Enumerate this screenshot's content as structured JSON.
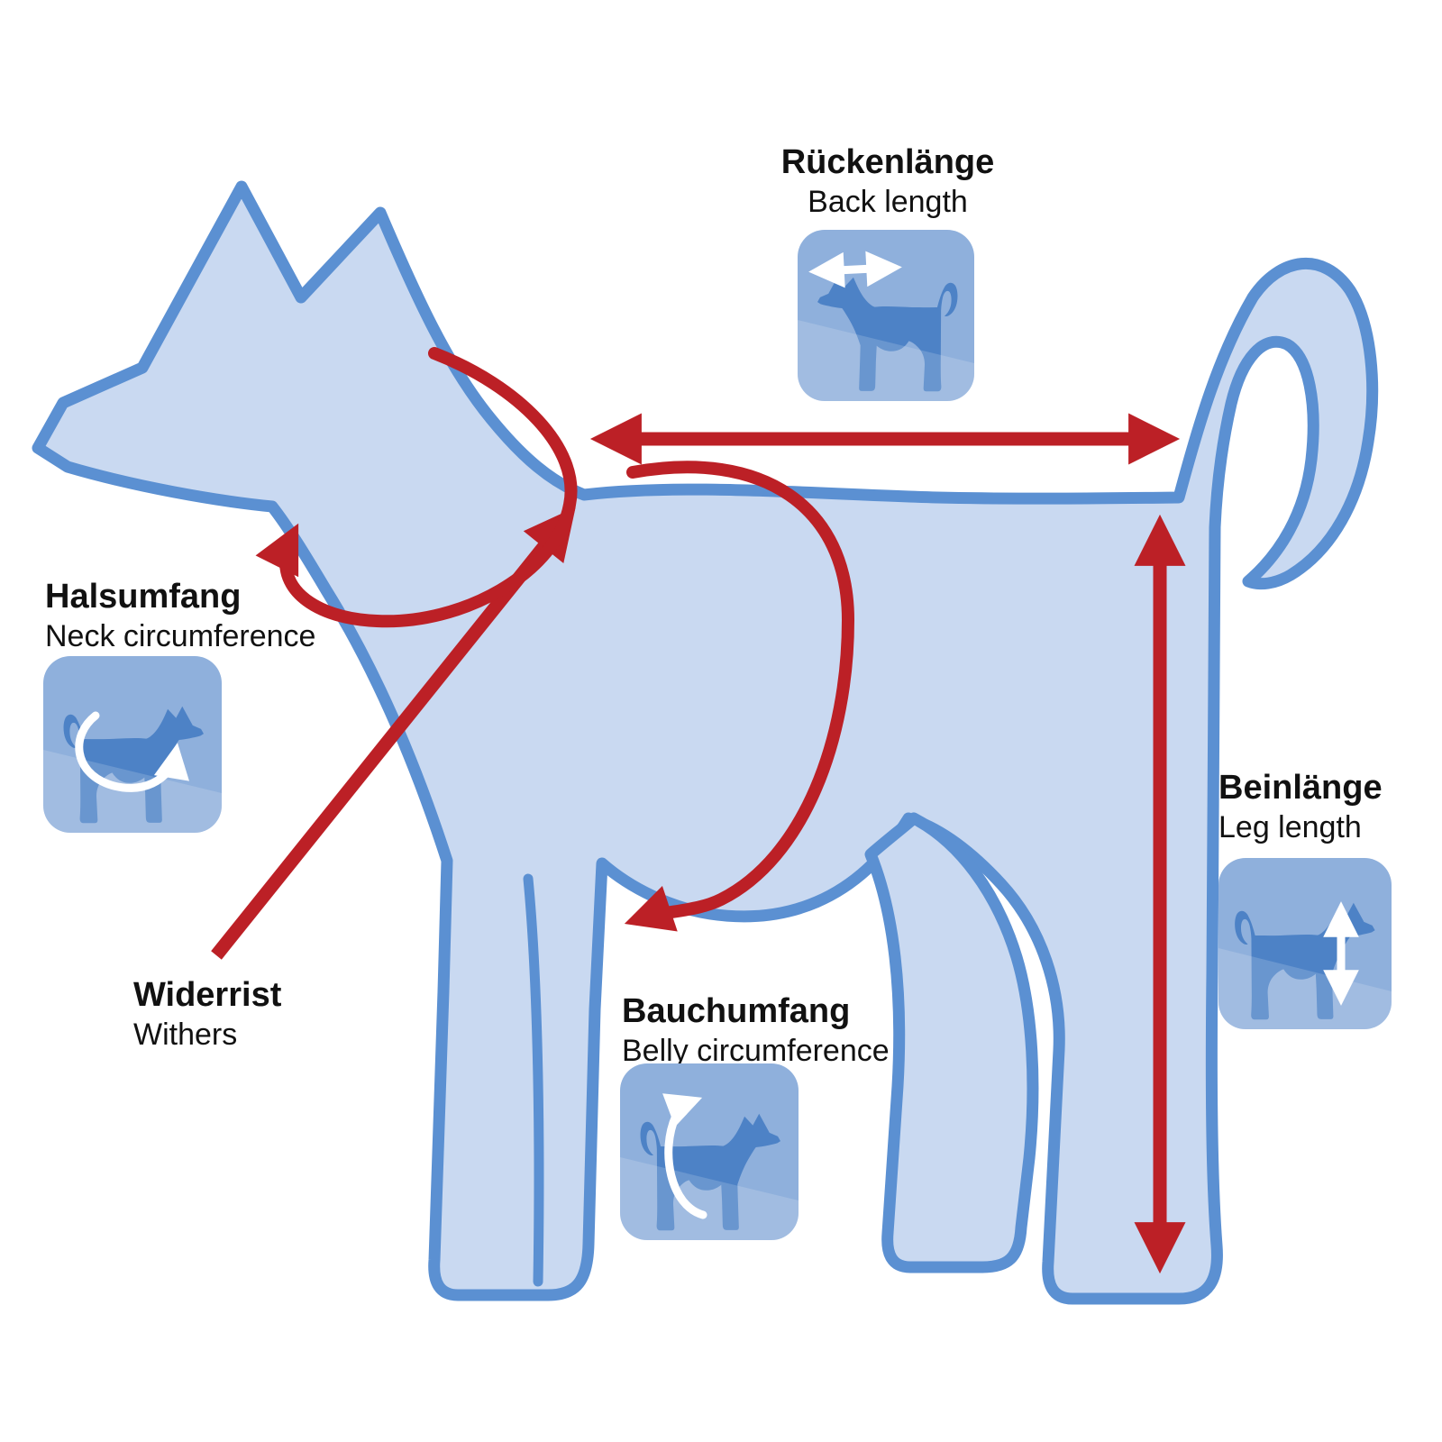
{
  "diagram": {
    "subject": "dog-size-measurement-guide",
    "labels": {
      "back_length": {
        "de": "Rückenlänge",
        "en": "Back length"
      },
      "neck_circumference": {
        "de": "Halsumfang",
        "en": "Neck circumference"
      },
      "withers": {
        "de": "Widerrist",
        "en": "Withers"
      },
      "belly_circumference": {
        "de": "Bauchumfang",
        "en": "Belly circumference"
      },
      "leg_length": {
        "de": "Beinlänge",
        "en": "Leg length"
      }
    },
    "colors": {
      "dog_fill": "#c9d9f1",
      "dog_outline": "#5b90d2",
      "arrow_red": "#bc2026",
      "tile_background": "#8fb0dc",
      "tile_dog": "#4d82c6",
      "tile_arrow": "#ffffff",
      "text": "#111111",
      "background": "#ffffff"
    },
    "icons": [
      {
        "id": "back-length-icon",
        "meaning": "dog with horizontal double arrow over back"
      },
      {
        "id": "neck-circumference-icon",
        "meaning": "dog with circular arrow around neck"
      },
      {
        "id": "belly-circumference-icon",
        "meaning": "dog with loop arrow around belly"
      },
      {
        "id": "leg-length-icon",
        "meaning": "dog with vertical double arrow along leg"
      }
    ]
  }
}
